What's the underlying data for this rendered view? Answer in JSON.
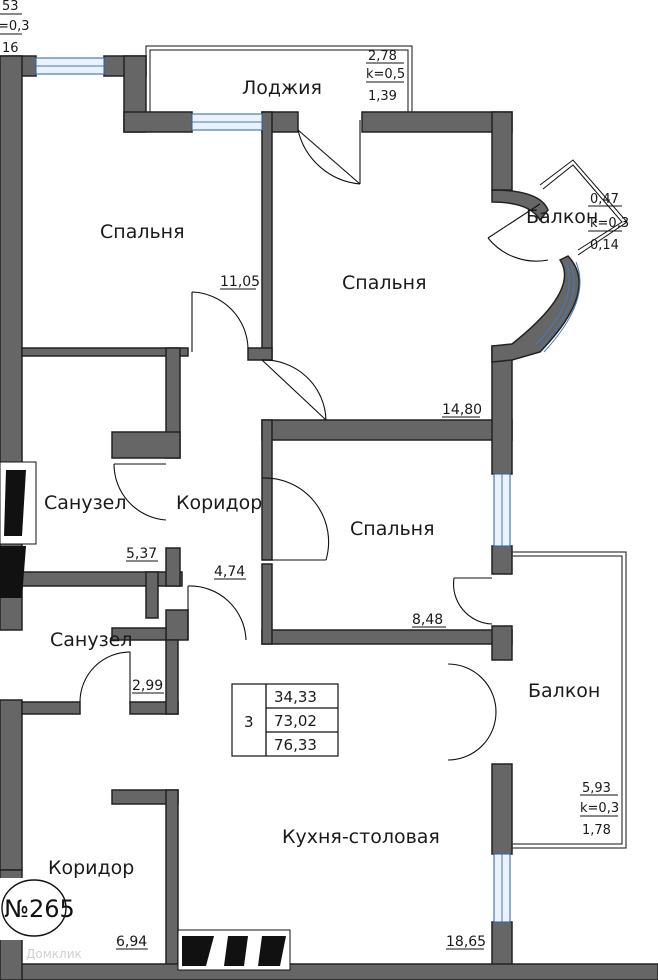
{
  "plan_number": "№265",
  "summary": {
    "rooms": "3",
    "living_area": "34,33",
    "total_area": "73,02",
    "total_area_with_balconies": "76,33"
  },
  "rooms": {
    "bedroom_top_left": {
      "name": "Спальня",
      "area": "11,05"
    },
    "bedroom_right": {
      "name": "Спальня",
      "area": "14,80"
    },
    "bedroom_middle": {
      "name": "Спальня",
      "area": "8,48"
    },
    "bathroom_upper": {
      "name": "Санузел",
      "area": "5,37"
    },
    "bathroom_lower": {
      "name": "Санузел",
      "area": "2,99"
    },
    "corridor_center": {
      "name": "Коридор",
      "area": "4,74"
    },
    "corridor_bottom": {
      "name": "Коридор",
      "area": "6,94"
    },
    "kitchen": {
      "name": "Кухня-столовая",
      "area": "18,65"
    }
  },
  "outdoor": {
    "loggia": {
      "name": "Лоджия",
      "area": "2,78",
      "coef": "k=0,5",
      "reduced": "1,39"
    },
    "balcony_small": {
      "name": "Балкон",
      "area": "0,47",
      "coef": "k=0,3",
      "reduced": "0,14"
    },
    "balcony_large": {
      "name": "Балкон",
      "area": "5,93",
      "coef": "k=0,3",
      "reduced": "1,78"
    }
  },
  "edge_fragment": {
    "area": "53",
    "coef": "=0,3",
    "reduced": "16"
  },
  "watermark": "Домклик",
  "colors": {
    "wall": "#666666",
    "window": "#4a78b8",
    "line": "#111111"
  }
}
